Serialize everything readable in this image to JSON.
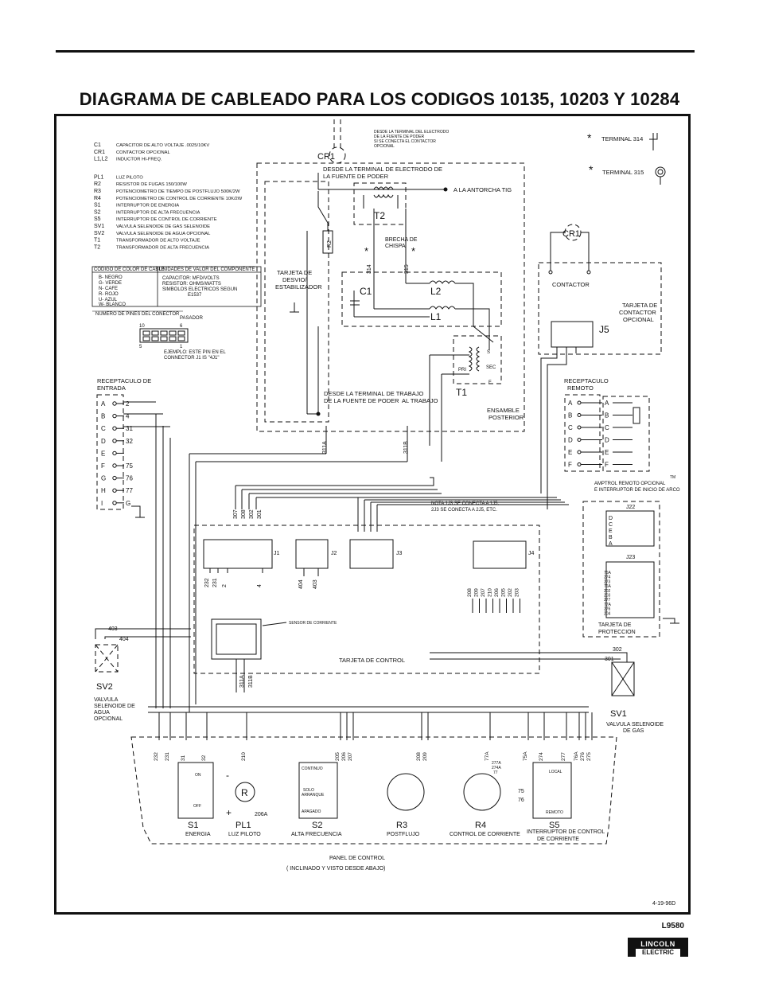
{
  "title": "DIAGRAMA DE CABLEADO PARA LOS CODIGOS 10135, 10203 Y 10284",
  "doc_number": "L9580",
  "date_code": "4-19-96D",
  "logo": {
    "line1": "LINCOLN",
    "line2": "ELECTRIC"
  },
  "legend": [
    {
      "code": "C1",
      "desc": "CAPACITOR DE ALTO VOLTAJE .0025/10KV"
    },
    {
      "code": "CR1",
      "desc": "CONTACTOR OPCIONAL"
    },
    {
      "code": "L1,L2",
      "desc": "INDUCTOR HI-FREQ."
    },
    {
      "code": "PL1",
      "desc": "LUZ PILOTO"
    },
    {
      "code": "R2",
      "desc": "RESISTOR DE FUGAS 150/100W"
    },
    {
      "code": "R3",
      "desc": "POTENCIOMETRO DE TIEMPO DE POSTFLUJO 500K/2W"
    },
    {
      "code": "R4",
      "desc": "POTENCIOMETRO DE CONTROL DE CORRIENTE 10K/2W"
    },
    {
      "code": "S1",
      "desc": "INTERRUPTOR DE ENERGIA"
    },
    {
      "code": "S2",
      "desc": "INTERRUPTOR DE ALTA FRECUENCIA"
    },
    {
      "code": "S5",
      "desc": "INTERRUPTOR DE CONTROL DE CORRIENTE"
    },
    {
      "code": "SV1",
      "desc": "VALVULA SELENOIDE DE GAS SELENOIDE"
    },
    {
      "code": "SV2",
      "desc": "VALVULA SELENOIDE DE AGUA OPCIONAL"
    },
    {
      "code": "T1",
      "desc": "TRANSFORMADOR DE ALTO VOLTAJE"
    },
    {
      "code": "T2",
      "desc": "TRANSFORMADOR DE ALTA FRECUENCIA"
    }
  ],
  "color_code": {
    "header": "CODIGO DE COLOR DE CABLE",
    "items": [
      "B- NEGRO",
      "G- VERDE",
      "N- CAFE",
      "R- ROJO",
      "U- AZUL",
      "W- BLANCO"
    ],
    "units_header": "UNIDADES DE VALOR DEL COMPONENTE",
    "units": [
      "CAPACITOR: MFD/VOLTS",
      "RESISTOR: OHMS/WATTS",
      "SIMBOLOS ELECTRICOS SEGUN",
      "E1537"
    ]
  },
  "pin_numbers": {
    "header": "NUMERO DE PINES DEL CONECTOR",
    "pasador": "PASADOR",
    "n10": "10",
    "n6": "6",
    "n5": "5",
    "n1": "1",
    "example1": "EJEMPLO: ESTE PIN EN EL",
    "example2": "CONNECTOR J1 IS \"4J1\""
  },
  "top_note": [
    "DESDE LA TERMINAL DEL ELECTRODO",
    "DE LA FUENTE DE PODER",
    "SI SE CONECTA EL CONTACTOR",
    "OPCIONAL"
  ],
  "terminals": {
    "t314": "TERMINAL 314",
    "t315": "TERMINAL 315"
  },
  "labels": {
    "cr1": "CR1",
    "t2": "T2",
    "t1": "T1",
    "c1": "C1",
    "l1": "L1",
    "l2": "L2",
    "r2": "R2",
    "j5": "J5",
    "electrode_from1": "DESDE LA TERMINAL DE ELECTRODO DE",
    "electrode_from2": "LA FUENTE DE PODER",
    "torch": "A LA ANTORCHA TIG",
    "gap1": "BRECHA DE",
    "gap2": "CHISPA",
    "w314": "314",
    "w315": "315",
    "desvio1": "TARJETA DE",
    "desvio2": "DESVIO/",
    "desvio3": "ESTABILIZADOR",
    "contactor": "CONTACTOR",
    "contactor_card": [
      "TARJETA DE",
      "CONTACTOR",
      "OPCIONAL"
    ],
    "pri": "PRI",
    "sec": "SEC",
    "s": "S",
    "f": "F",
    "work_from1": "DESDE LA TERMINAL DE TRABAJO",
    "work_from2": "DE LA FUENTE DE PODER",
    "work_to": "AL TRABAJO",
    "rear_assembly": [
      "ENSAMBLE",
      "POSTERIOR"
    ],
    "w311a": "311A",
    "w311b": "311B"
  },
  "input_receptacle": {
    "title": [
      "RECEPTACULO DE",
      "ENTRADA"
    ],
    "pins": [
      {
        "pin": "A",
        "wire": "2"
      },
      {
        "pin": "B",
        "wire": "4"
      },
      {
        "pin": "C",
        "wire": "31"
      },
      {
        "pin": "D",
        "wire": "32"
      },
      {
        "pin": "E",
        "wire": ""
      },
      {
        "pin": "F",
        "wire": "75"
      },
      {
        "pin": "G",
        "wire": "76"
      },
      {
        "pin": "H",
        "wire": "77"
      },
      {
        "pin": "I",
        "wire": "G"
      }
    ]
  },
  "remote_receptacle": {
    "title": [
      "RECEPTACULO",
      "REMOTO"
    ],
    "pins": [
      "A",
      "B",
      "C",
      "D",
      "E",
      "F"
    ],
    "optional": [
      "AMPTROL REMOTO OPCIONAL",
      "E INTERRUPTOR DE INICIO DE ARCO"
    ],
    "tm": "TM"
  },
  "control_card": {
    "label": "TARJETA DE CONTROL",
    "note": [
      "NOTA 1J3 SE CONECTA A 1J5,",
      "2J3 SE CONECTA A 2J5, ETC."
    ],
    "j1": "J1",
    "j2": "J2",
    "j3": "J3",
    "j4": "J4",
    "j1_top": [
      "307",
      "308",
      "302",
      "301"
    ],
    "j1_bottom": [
      "232",
      "231",
      "2",
      "4"
    ],
    "j2_bottom": [
      "404",
      "403"
    ],
    "j4_bottom": [
      "208",
      "209",
      "207",
      "210",
      "206",
      "205",
      "202",
      "203"
    ],
    "sensor": "SENSOR DE CORRIENTE",
    "sensor_wires": [
      "311A",
      "311B"
    ]
  },
  "protection_card": {
    "label": [
      "TARJETA DE",
      "PROTECCION"
    ],
    "j22": "J22",
    "j22_pins": [
      "D",
      "C",
      "E",
      "B",
      "A"
    ],
    "j23": "J23",
    "j23_wires": [
      "75A",
      "274",
      "273",
      "76A",
      "202",
      "203",
      "277",
      "77A",
      "276",
      "204"
    ]
  },
  "sv2": {
    "name": "SV2",
    "desc": [
      "VALVULA",
      "SELENOIDE DE",
      "AGUA",
      "OPCIONAL"
    ],
    "w403": "403",
    "w404": "404"
  },
  "sv1": {
    "name": "SV1",
    "desc": [
      "VALVULA SELENOIDE",
      "DE GAS"
    ],
    "w302": "302",
    "w301": "301"
  },
  "panel": {
    "label1": "PANEL DE CONTROL",
    "label2": "( INCLINADO Y VISTO DESDE ABAJO)",
    "top_wires": [
      "232",
      "231",
      "31",
      "32",
      "210",
      "205",
      "206",
      "207",
      "208",
      "209",
      "77A",
      "75A",
      "274",
      "277",
      "76A",
      "276",
      "275"
    ],
    "s1": {
      "name": "S1",
      "desc": "ENERGIA",
      "on": "ON",
      "off": "OFF"
    },
    "pl1": {
      "name": "PL1",
      "desc": "LUZ PILOTO",
      "r": "R",
      "w206a": "206A"
    },
    "s2": {
      "name": "S2",
      "desc": "ALTA FRECUENCIA",
      "pos1": "CONTINUO",
      "pos2": [
        "SOLO",
        "ARRANQUE"
      ],
      "pos3": "APAGADO"
    },
    "r3": {
      "name": "R3",
      "desc": "POSTFLUJO"
    },
    "r4": {
      "name": "R4",
      "desc": "CONTROL DE CORRIENTE",
      "w": [
        "277A",
        "274A",
        "77"
      ]
    },
    "s5": {
      "name": "S5",
      "desc": [
        "INTERRUPTOR DE CONTROL",
        "DE CORRIENTE"
      ],
      "local": "LOCAL",
      "remote": "REMOTO",
      "w75": "75",
      "w76": "76"
    }
  }
}
